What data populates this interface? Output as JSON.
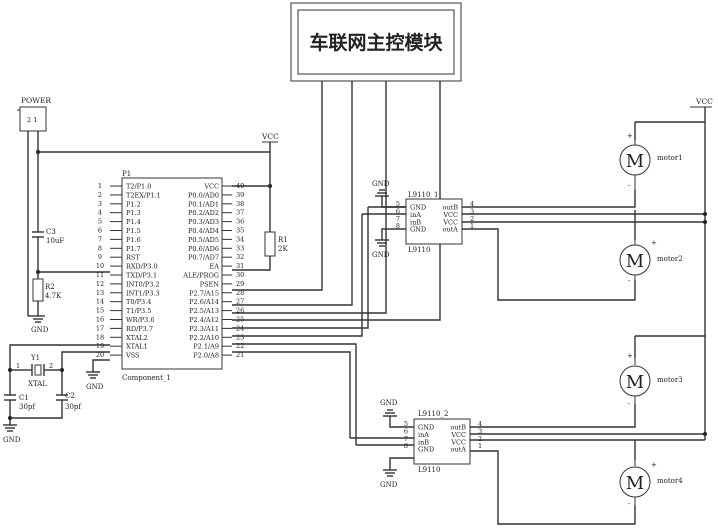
{
  "module": {
    "title": "车联网主控模块"
  },
  "power": {
    "label": "POWER",
    "pin_label": "2 1"
  },
  "vcc_label": "VCC",
  "gnd_label": "GND",
  "mcu": {
    "ref": "P1",
    "name": "Component_1",
    "left_pins": [
      {
        "num": "1",
        "label": "T2/P1.0"
      },
      {
        "num": "2",
        "label": "T2EX/P1.1"
      },
      {
        "num": "3",
        "label": "P1.2"
      },
      {
        "num": "4",
        "label": "P1.3"
      },
      {
        "num": "5",
        "label": "P1.4"
      },
      {
        "num": "6",
        "label": "P1.5"
      },
      {
        "num": "7",
        "label": "P1.6"
      },
      {
        "num": "8",
        "label": "P1.7"
      },
      {
        "num": "9",
        "label": "RST"
      },
      {
        "num": "10",
        "label": "RXD/P3.0"
      },
      {
        "num": "11",
        "label": "TXD/P3.1"
      },
      {
        "num": "12",
        "label": "INT0/P3.2"
      },
      {
        "num": "13",
        "label": "INT1/P3.3"
      },
      {
        "num": "14",
        "label": "T0/P3.4"
      },
      {
        "num": "15",
        "label": "T1/P3.5"
      },
      {
        "num": "16",
        "label": "WR/P3.6"
      },
      {
        "num": "17",
        "label": "RD/P3.7"
      },
      {
        "num": "18",
        "label": "XTAL2"
      },
      {
        "num": "19",
        "label": "XTAL1"
      },
      {
        "num": "20",
        "label": "VSS"
      }
    ],
    "right_pins": [
      {
        "num": "40",
        "label": "VCC"
      },
      {
        "num": "39",
        "label": "P0.0/AD0"
      },
      {
        "num": "38",
        "label": "P0.1/AD1"
      },
      {
        "num": "37",
        "label": "P0.2/AD2"
      },
      {
        "num": "36",
        "label": "P0.3/AD3"
      },
      {
        "num": "35",
        "label": "P0.4/AD4"
      },
      {
        "num": "34",
        "label": "P0.5/AD5"
      },
      {
        "num": "33",
        "label": "P0.6/AD6"
      },
      {
        "num": "32",
        "label": "P0.7/AD7"
      },
      {
        "num": "31",
        "label": "EA"
      },
      {
        "num": "30",
        "label": "ALE/PROG"
      },
      {
        "num": "29",
        "label": "PSEN"
      },
      {
        "num": "28",
        "label": "P2.7/A15"
      },
      {
        "num": "27",
        "label": "P2.6/A14"
      },
      {
        "num": "26",
        "label": "P2.5/A13"
      },
      {
        "num": "25",
        "label": "P2.4/A12"
      },
      {
        "num": "24",
        "label": "P2.3/A11"
      },
      {
        "num": "23",
        "label": "P2.2/A10"
      },
      {
        "num": "22",
        "label": "P2.1/A9"
      },
      {
        "num": "21",
        "label": "P2.0/A8"
      }
    ]
  },
  "passives": {
    "c3": {
      "ref": "C3",
      "value": "10uF"
    },
    "r2": {
      "ref": "R2",
      "value": "4.7K"
    },
    "r1": {
      "ref": "R1",
      "value": "2K"
    },
    "y1": {
      "ref": "Y1",
      "value": "XTAL",
      "pin1": "1",
      "pin2": "2"
    },
    "c1": {
      "ref": "C1",
      "value": "30pf"
    },
    "c2": {
      "ref": "C2",
      "value": "30pf"
    }
  },
  "drivers": [
    {
      "ref": "L9110_1",
      "part": "L9110",
      "left_pins": [
        {
          "num": "5",
          "label": "GND"
        },
        {
          "num": "6",
          "label": "inA"
        },
        {
          "num": "7",
          "label": "inB"
        },
        {
          "num": "8",
          "label": "GND"
        }
      ],
      "right_pins": [
        {
          "num": "4",
          "label": "outB"
        },
        {
          "num": "3",
          "label": "VCC"
        },
        {
          "num": "2",
          "label": "VCC"
        },
        {
          "num": "1",
          "label": "outA"
        }
      ]
    },
    {
      "ref": "L9110_2",
      "part": "L9110",
      "left_pins": [
        {
          "num": "5",
          "label": "GND"
        },
        {
          "num": "6",
          "label": "inA"
        },
        {
          "num": "7",
          "label": "inB"
        },
        {
          "num": "8",
          "label": "GND"
        }
      ],
      "right_pins": [
        {
          "num": "4",
          "label": "outB"
        },
        {
          "num": "3",
          "label": "VCC"
        },
        {
          "num": "2",
          "label": "VCC"
        },
        {
          "num": "1",
          "label": "outA"
        }
      ]
    }
  ],
  "motors": [
    {
      "symbol": "M",
      "name": "motor1",
      "plus": "+",
      "minus": "-"
    },
    {
      "symbol": "M",
      "name": "motor2",
      "plus": "+",
      "minus": "-"
    },
    {
      "symbol": "M",
      "name": "motor3",
      "plus": "+",
      "minus": "-"
    },
    {
      "symbol": "M",
      "name": "motor4",
      "plus": "+",
      "minus": "-"
    }
  ]
}
